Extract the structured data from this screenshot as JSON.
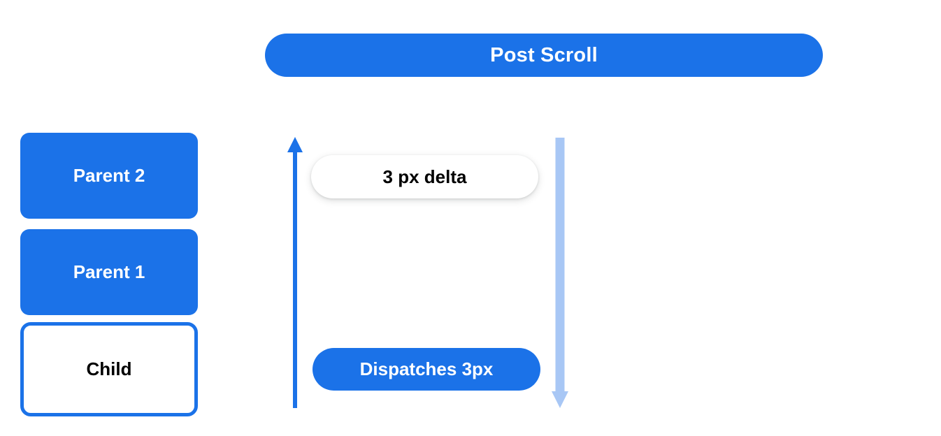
{
  "diagram": {
    "title": "Post Scroll",
    "colors": {
      "primary_blue": "#1b72e8",
      "light_blue": "#a8c7f5",
      "white": "#ffffff",
      "black": "#000000"
    },
    "stack": {
      "boxes": [
        {
          "label": "Parent 2",
          "style": "filled"
        },
        {
          "label": "Parent 1",
          "style": "filled"
        },
        {
          "label": "Child",
          "style": "outlined"
        }
      ]
    },
    "flow": {
      "up_arrow": {
        "icon": "arrow-up-icon",
        "direction": "up",
        "color": "#1b72e8"
      },
      "down_arrow": {
        "icon": "arrow-down-icon",
        "direction": "down",
        "color": "#a8c7f5"
      },
      "delta_pill": {
        "label": "3 px delta"
      },
      "dispatch_pill": {
        "label": "Dispatches 3px"
      }
    }
  }
}
